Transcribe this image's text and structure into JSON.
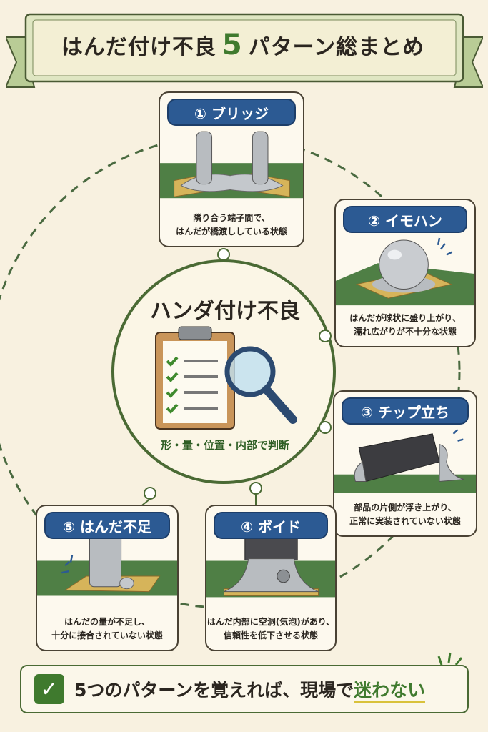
{
  "title": {
    "prefix": "はんだ付け不良",
    "number": "5",
    "suffix": "パターン総まとめ"
  },
  "center": {
    "title": "ハンダ付け不良",
    "caption": "形・量・位置・内部で判断"
  },
  "patterns": [
    {
      "label": "① ブリッジ",
      "desc": [
        "隣り合う端子間で、",
        "はんだが橋渡ししている状態"
      ]
    },
    {
      "label": "② イモハン",
      "desc": [
        "はんだが球状に盛り上がり、",
        "濡れ広がりが不十分な状態"
      ]
    },
    {
      "label": "③ チップ立ち",
      "desc": [
        "部品の片側が浮き上がり、",
        "正常に実装されていない状態"
      ]
    },
    {
      "label": "④ ボイド",
      "desc": [
        "はんだ内部に空洞(気泡)があり、",
        "信頼性を低下させる状態"
      ]
    },
    {
      "label": "⑤ はんだ不足",
      "desc": [
        "はんだの量が不足し、",
        "十分に接合されていない状態"
      ]
    }
  ],
  "footer": {
    "lead": "5つのパターンを覚えれば、現場で",
    "highlight": "迷わない"
  },
  "colors": {
    "background": "#f8f1e0",
    "blue": "#2c5a93",
    "green": "#3f7a2e"
  }
}
